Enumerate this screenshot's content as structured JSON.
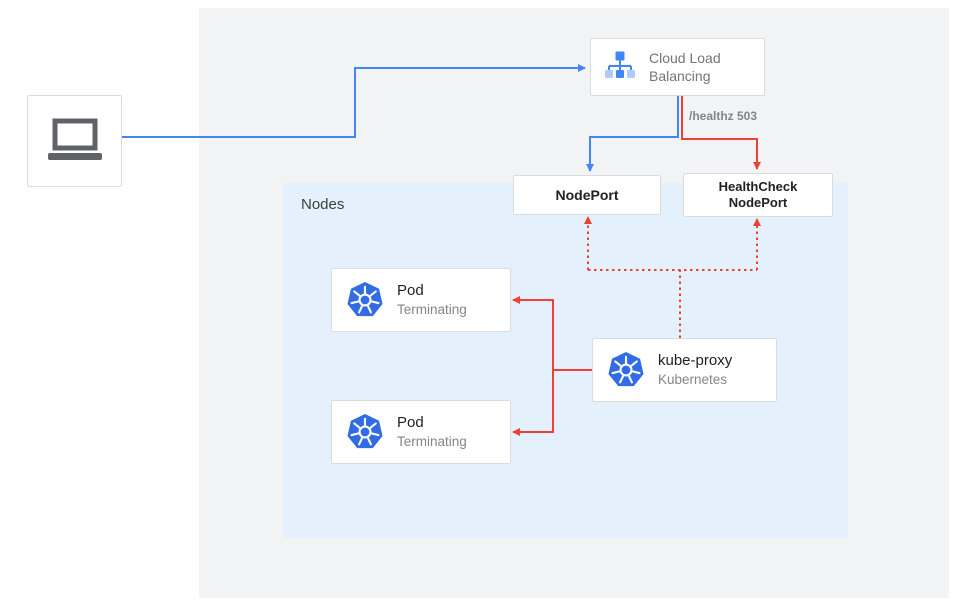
{
  "colors": {
    "blue": "#4285f4",
    "red": "#ea4335",
    "kubernetes_blue": "#326ce5",
    "light_blue": "#aecbfa",
    "laptop_gray": "#5f6368",
    "outer_background": "#f1f3f4",
    "nodes_background": "#e4f0fb",
    "box_border": "#dadce0",
    "text_dark": "#202124",
    "text_gray": "#80868b"
  },
  "client": {
    "icon": "laptop-icon"
  },
  "load_balancer": {
    "icon": "cloud-load-balancing-icon",
    "label": "Cloud Load Balancing"
  },
  "health_check_annotation": "/healthz 503",
  "node_port": {
    "label": "NodePort"
  },
  "health_check_node_port": {
    "line1": "HealthCheck",
    "line2": "NodePort"
  },
  "nodes_group": {
    "label": "Nodes"
  },
  "pods": [
    {
      "icon": "kubernetes-icon",
      "title": "Pod",
      "subtitle": "Terminating"
    },
    {
      "icon": "kubernetes-icon",
      "title": "Pod",
      "subtitle": "Terminating"
    }
  ],
  "kube_proxy": {
    "icon": "kubernetes-icon",
    "title": "kube-proxy",
    "subtitle": "Kubernetes"
  }
}
